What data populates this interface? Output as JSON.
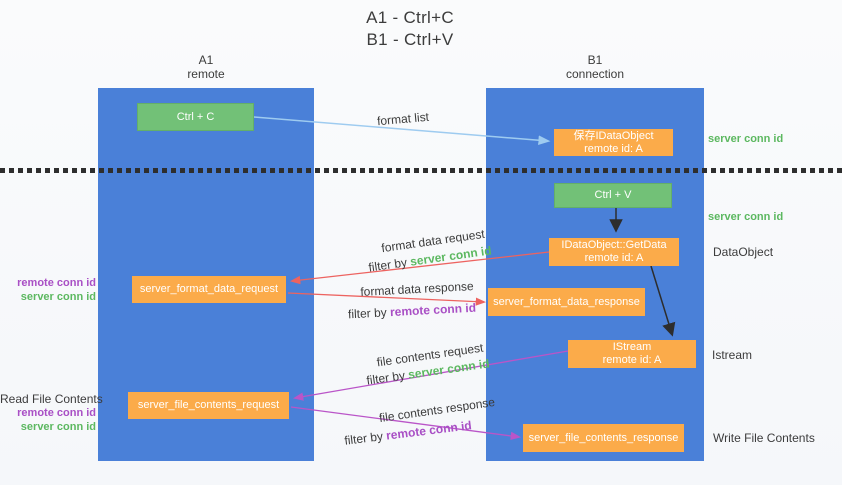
{
  "title": {
    "line1": "A1 - Ctrl+C",
    "line2": "B1 - Ctrl+V"
  },
  "lanes": {
    "a1": {
      "name": "A1",
      "subtitle": "remote"
    },
    "b1": {
      "name": "B1",
      "subtitle": "connection"
    }
  },
  "nodes": {
    "ctrl_c": "Ctrl + C",
    "ctrl_v": "Ctrl + V",
    "save_dataobject_line1": "保存IDataObject",
    "save_dataobject_line2": "remote id: A",
    "getdata_line1": "IDataObject::GetData",
    "getdata_line2": "remote id: A",
    "istream_line1": "IStream",
    "istream_line2": "remote id: A",
    "server_format_data_request": "server_format_data_request",
    "server_format_data_response": "server_format_data_response",
    "server_file_contents_request": "server_file_contents_request",
    "server_file_contents_response": "server_file_contents_response"
  },
  "arrow_labels": {
    "format_list": "format list",
    "format_data_request": "format data request",
    "format_data_response": "format data response",
    "file_contents_request": "file contents request",
    "file_contents_response": "file contents response",
    "filter_by": "filter by",
    "server_conn_id": "server conn id",
    "remote_conn_id": "remote conn id"
  },
  "side_labels": {
    "server_conn_id": "server conn id",
    "remote_conn_id": "remote conn id",
    "dataobject": "DataObject",
    "istream": "Istream",
    "read_file_contents": "Read File Contents",
    "write_file_contents": "Write File Contents"
  },
  "colors": {
    "lane_blue": "#4a80d8",
    "node_green": "#72c177",
    "node_orange": "#fbab4a",
    "arrow_blue": "#9ecbf0",
    "arrow_red": "#ed6360",
    "arrow_purple": "#ba55c8",
    "arrow_black": "#2d2d2d",
    "text_green": "#5cb860",
    "text_purple": "#a94fc5",
    "divider_black": "#2e2e2e"
  }
}
